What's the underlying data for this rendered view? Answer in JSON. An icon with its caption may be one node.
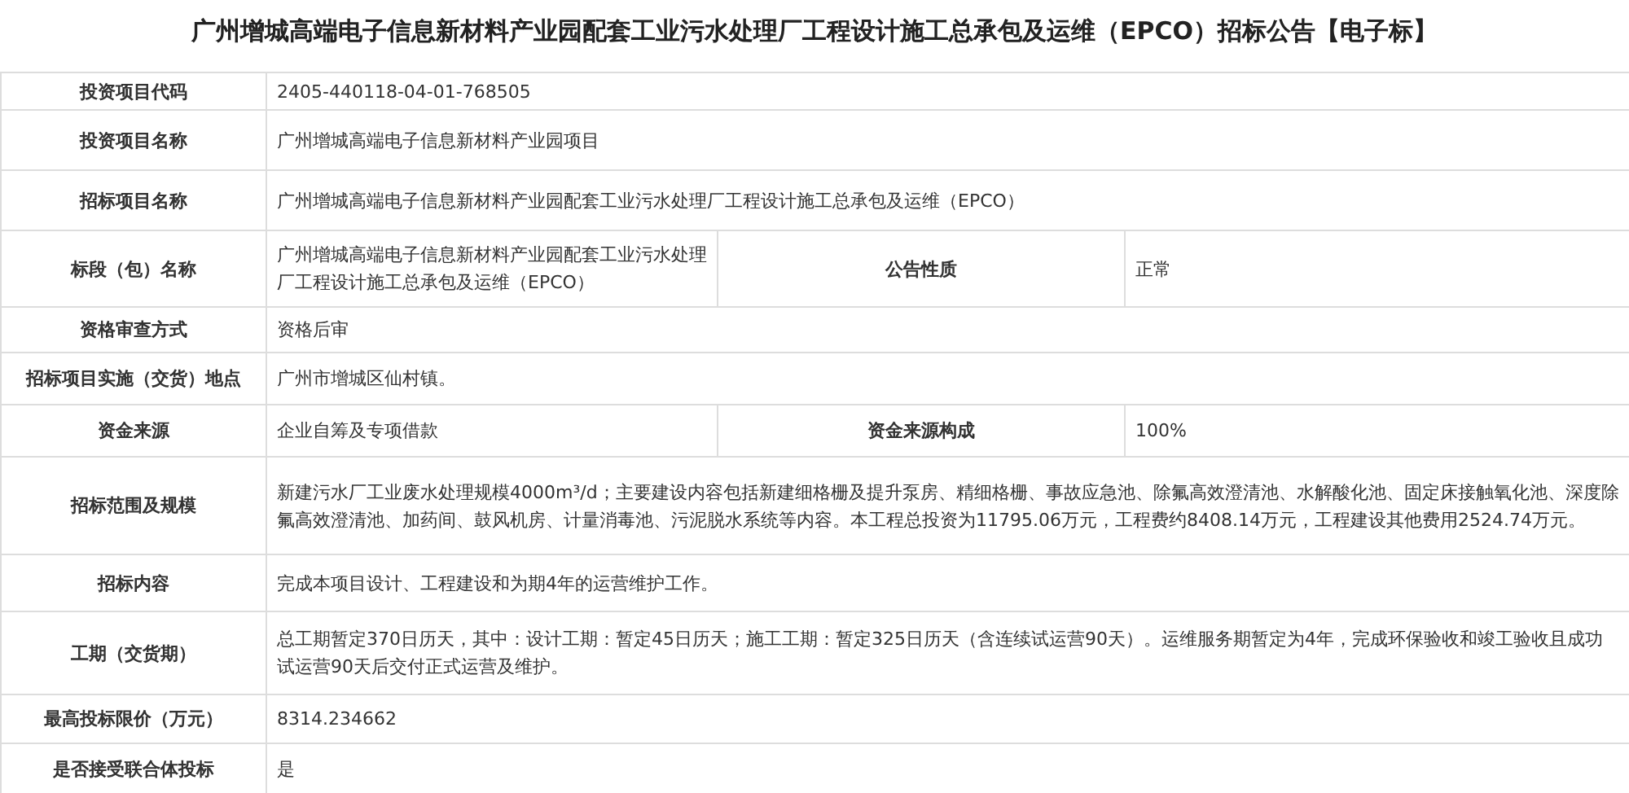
{
  "diagram": {
    "title": "广州增城高端电子信息新材料产业园配套工业污水处理厂工程设计施工总承包及运维（EPCO）招标公告【电子标】",
    "labels": [
      "投资项目代码",
      "2405-440118-04-01-768505",
      "投资项目名称",
      "广州增城高端电子信息新材料产业园项目",
      "招标项目名称",
      "广州增城高端电子信息新材料产业园配套工业污水处理厂工程设计施工总承包及运维（EPCO）",
      "标段（包）名称",
      "广州增城高端电子信息新材料产业园配套工业污水处理厂工程设计施工总承包及运维（EPCO）",
      "公告性质",
      "正常",
      "资格审查方式",
      "资格后审",
      "招标项目实施（交货）地点",
      "广州市增城区仙村镇。",
      "资金来源",
      "企业自筹及专项借款",
      "资金来源构成",
      "100%",
      "招标范围及规模",
      "新建污水厂工业废水处理规模4000m³/d；主要建设内容包括新建细格栅及提升泵房、精细格栅、事故应急池、除氟高效澄清池、水解酸化池、固定床接触氧化池、深度除氟高效澄清池、加药间、鼓风机房、计量消毒池、污泥脱水系统等内容。本工程总投资为11795.06万元，工程费约8408.14万元，工程建设其他费用2524.74万元。",
      "招标内容",
      "完成本项目设计、工程建设和为期4年的运营维护工作。",
      "工期（交货期）",
      "总工期暂定370日历天，其中：设计工期：暂定45日历天；施工工期：暂定325日历天（含连续试运营90天）。运维服务期暂定为4年，完成环保验收和竣工验收且成功试运营90天后交付正式运营及维护。",
      "最高投标限价（万元）",
      "8314.234662",
      "是否接受联合体投标",
      "是"
    ]
  }
}
